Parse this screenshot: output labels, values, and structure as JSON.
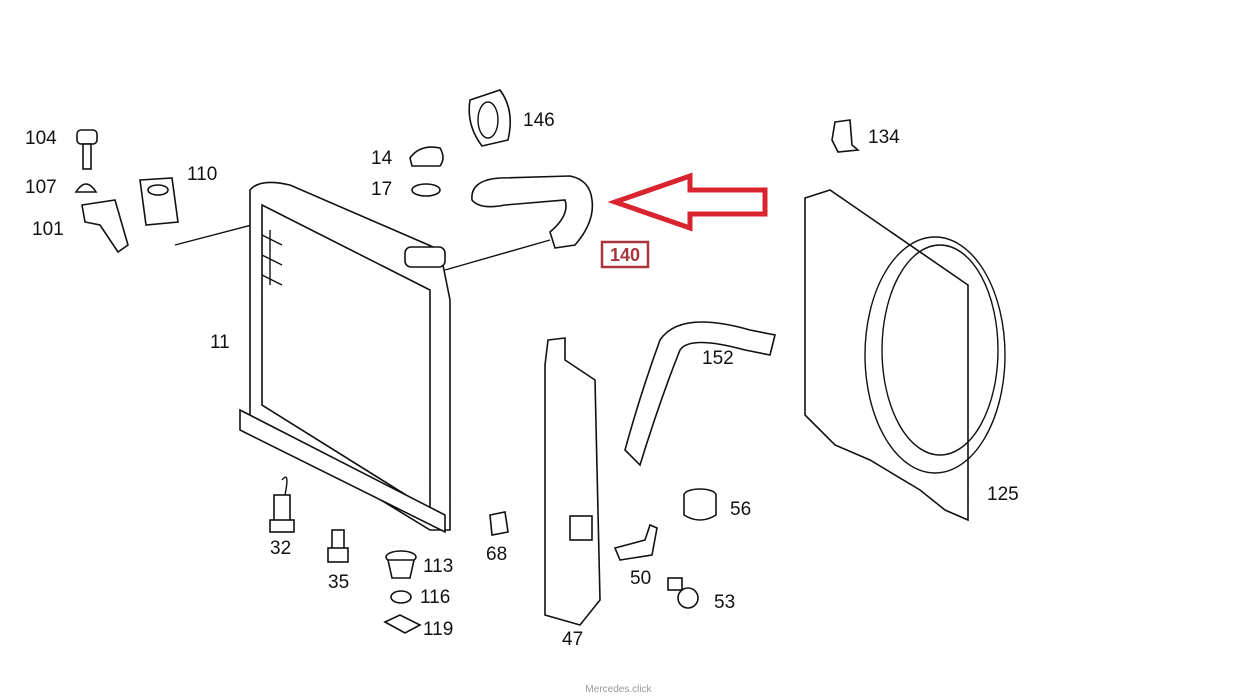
{
  "diagram": {
    "part_labels": {
      "p104": "104",
      "p107": "107",
      "p101": "101",
      "p110": "110",
      "p14": "14",
      "p17": "17",
      "p146": "146",
      "p134": "134",
      "p11": "11",
      "p152": "152",
      "p32": "32",
      "p35": "35",
      "p113": "113",
      "p116": "116",
      "p119": "119",
      "p68": "68",
      "p47": "47",
      "p56": "56",
      "p50": "50",
      "p53": "53",
      "p125": "125"
    },
    "highlight": {
      "label": "140",
      "color": "#d9232e",
      "box_color": "#a8343c"
    }
  },
  "watermark": "Mercedes.click"
}
